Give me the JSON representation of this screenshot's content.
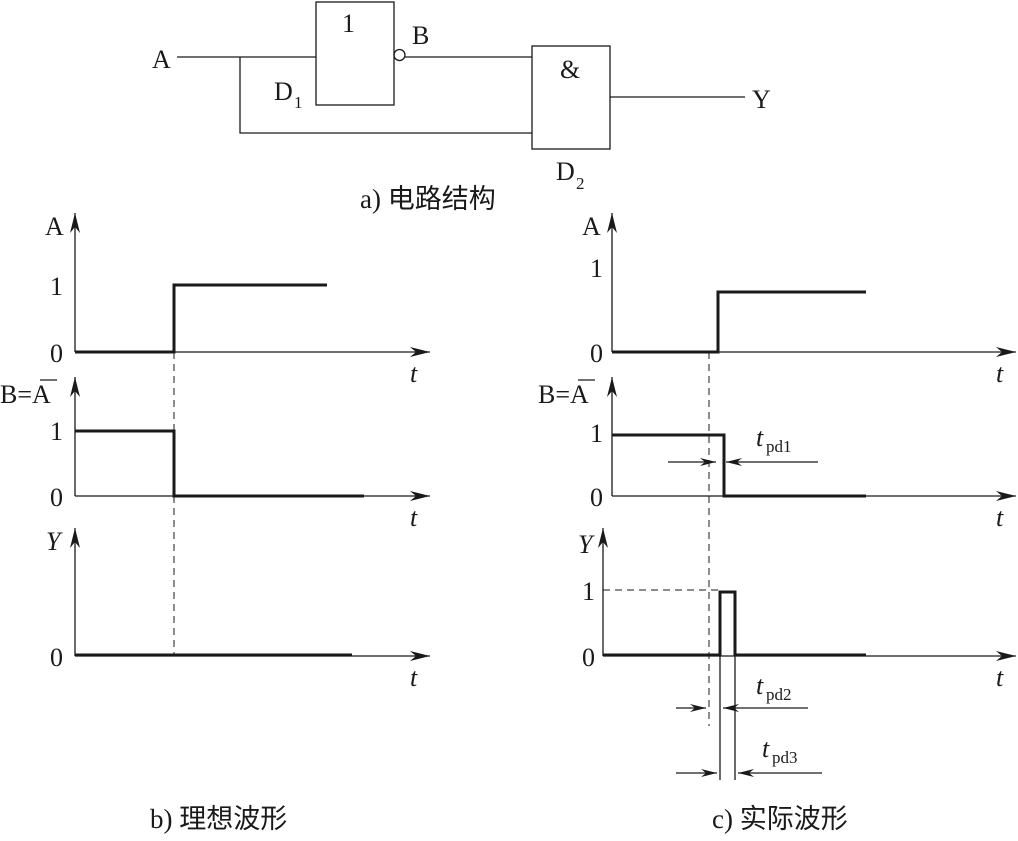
{
  "circuit": {
    "input_label": "A",
    "inverter_symbol": "1",
    "inverter_name": "D",
    "inverter_sub": "1",
    "inverter_output": "B",
    "and_symbol": "&",
    "and_name": "D",
    "and_sub": "2",
    "output_label": "Y",
    "caption": "a) 电路结构"
  },
  "ideal": {
    "caption": "b) 理想波形",
    "a_label": "A",
    "b_label": "B=A",
    "y_label": "Y",
    "t_label": "t",
    "tick_1": "1",
    "tick_0": "0"
  },
  "actual": {
    "caption": "c) 实际波形",
    "a_label": "A",
    "b_label": "B=A",
    "y_label": "Y",
    "t_label": "t",
    "tick_1": "1",
    "tick_0": "0",
    "tpd1": "t",
    "tpd1_sub": "pd1",
    "tpd2": "t",
    "tpd2_sub": "pd2",
    "tpd3": "t",
    "tpd3_sub": "pd3"
  }
}
